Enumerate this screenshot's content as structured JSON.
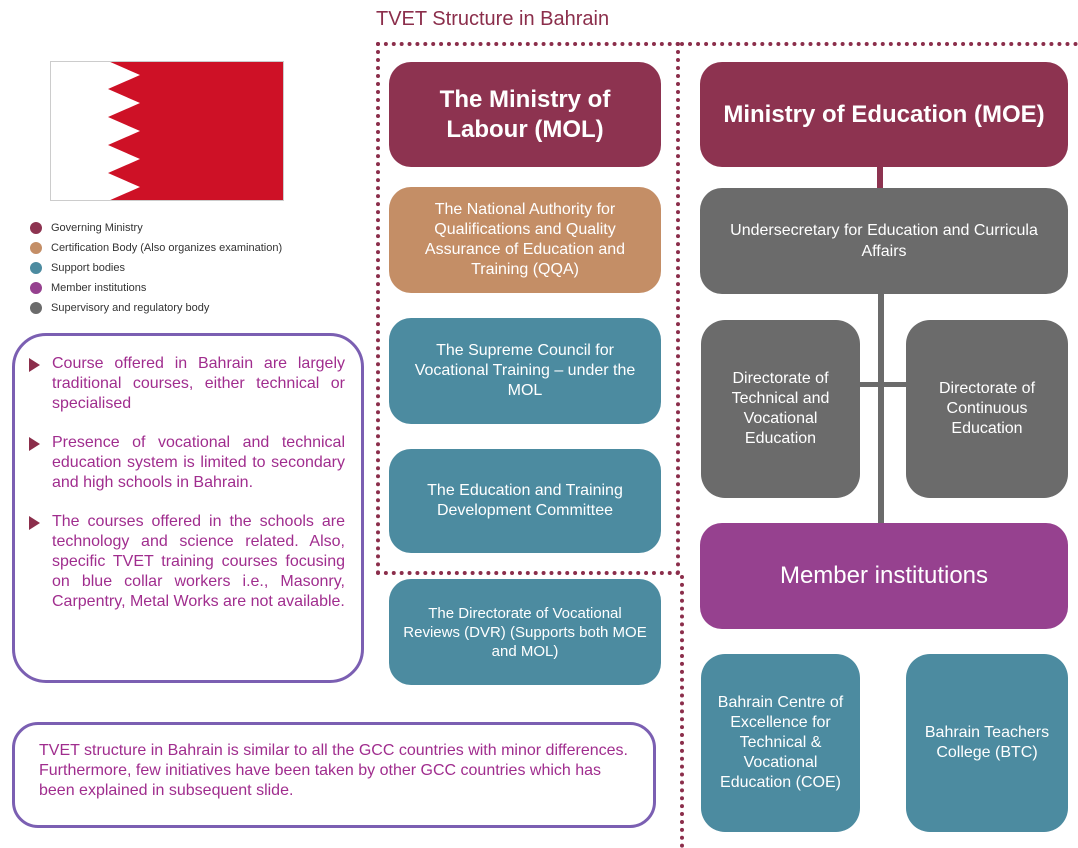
{
  "title": "TVET Structure in Bahrain",
  "colors": {
    "governing": "#8d3350",
    "certification": "#c48e66",
    "support": "#4c8ba0",
    "member": "#96418f",
    "supervisory": "#6b6b6b",
    "flag_red": "#ce1126"
  },
  "legend": [
    {
      "label": "Governing Ministry",
      "color": "#8d3350"
    },
    {
      "label": "Certification Body (Also organizes examination)",
      "color": "#c48e66"
    },
    {
      "label": "Support bodies",
      "color": "#4c8ba0"
    },
    {
      "label": "Member institutions",
      "color": "#96418f"
    },
    {
      "label": "Supervisory and regulatory body",
      "color": "#6b6b6b"
    }
  ],
  "notes": [
    "Course offered in Bahrain are largely traditional courses, either technical or specialised",
    "Presence of vocational and technical education system is limited to secondary and high schools in Bahrain.",
    "The courses offered in the schools are technology and science related. Also, specific TVET training courses focusing on blue collar workers i.e., Masonry, Carpentry, Metal Works are not available."
  ],
  "summary": "TVET structure in Bahrain is similar to all the GCC countries with minor differences. Furthermore, few initiatives have been taken by other GCC countries which has been explained in subsequent slide.",
  "mol": {
    "ministry": "The Ministry of Labour (MOL)",
    "qqa": "The National Authority for Qualifications and Quality Assurance of Education and Training (QQA)",
    "scvt": "The Supreme Council for Vocational Training – under the MOL",
    "etdc": "The Education and Training Development Committee"
  },
  "dvr": "The Directorate of Vocational Reviews (DVR) (Supports both MOE and MOL)",
  "moe": {
    "ministry": "Ministry of Education (MOE)",
    "undersecretary": "Undersecretary for Education and Curricula Affairs",
    "dtve": "Directorate of Technical and Vocational Education",
    "dce": "Directorate of Continuous Education",
    "members": "Member institutions",
    "coe": "Bahrain Centre of Excellence for Technical & Vocational Education (COE)",
    "btc": "Bahrain Teachers College (BTC)"
  }
}
